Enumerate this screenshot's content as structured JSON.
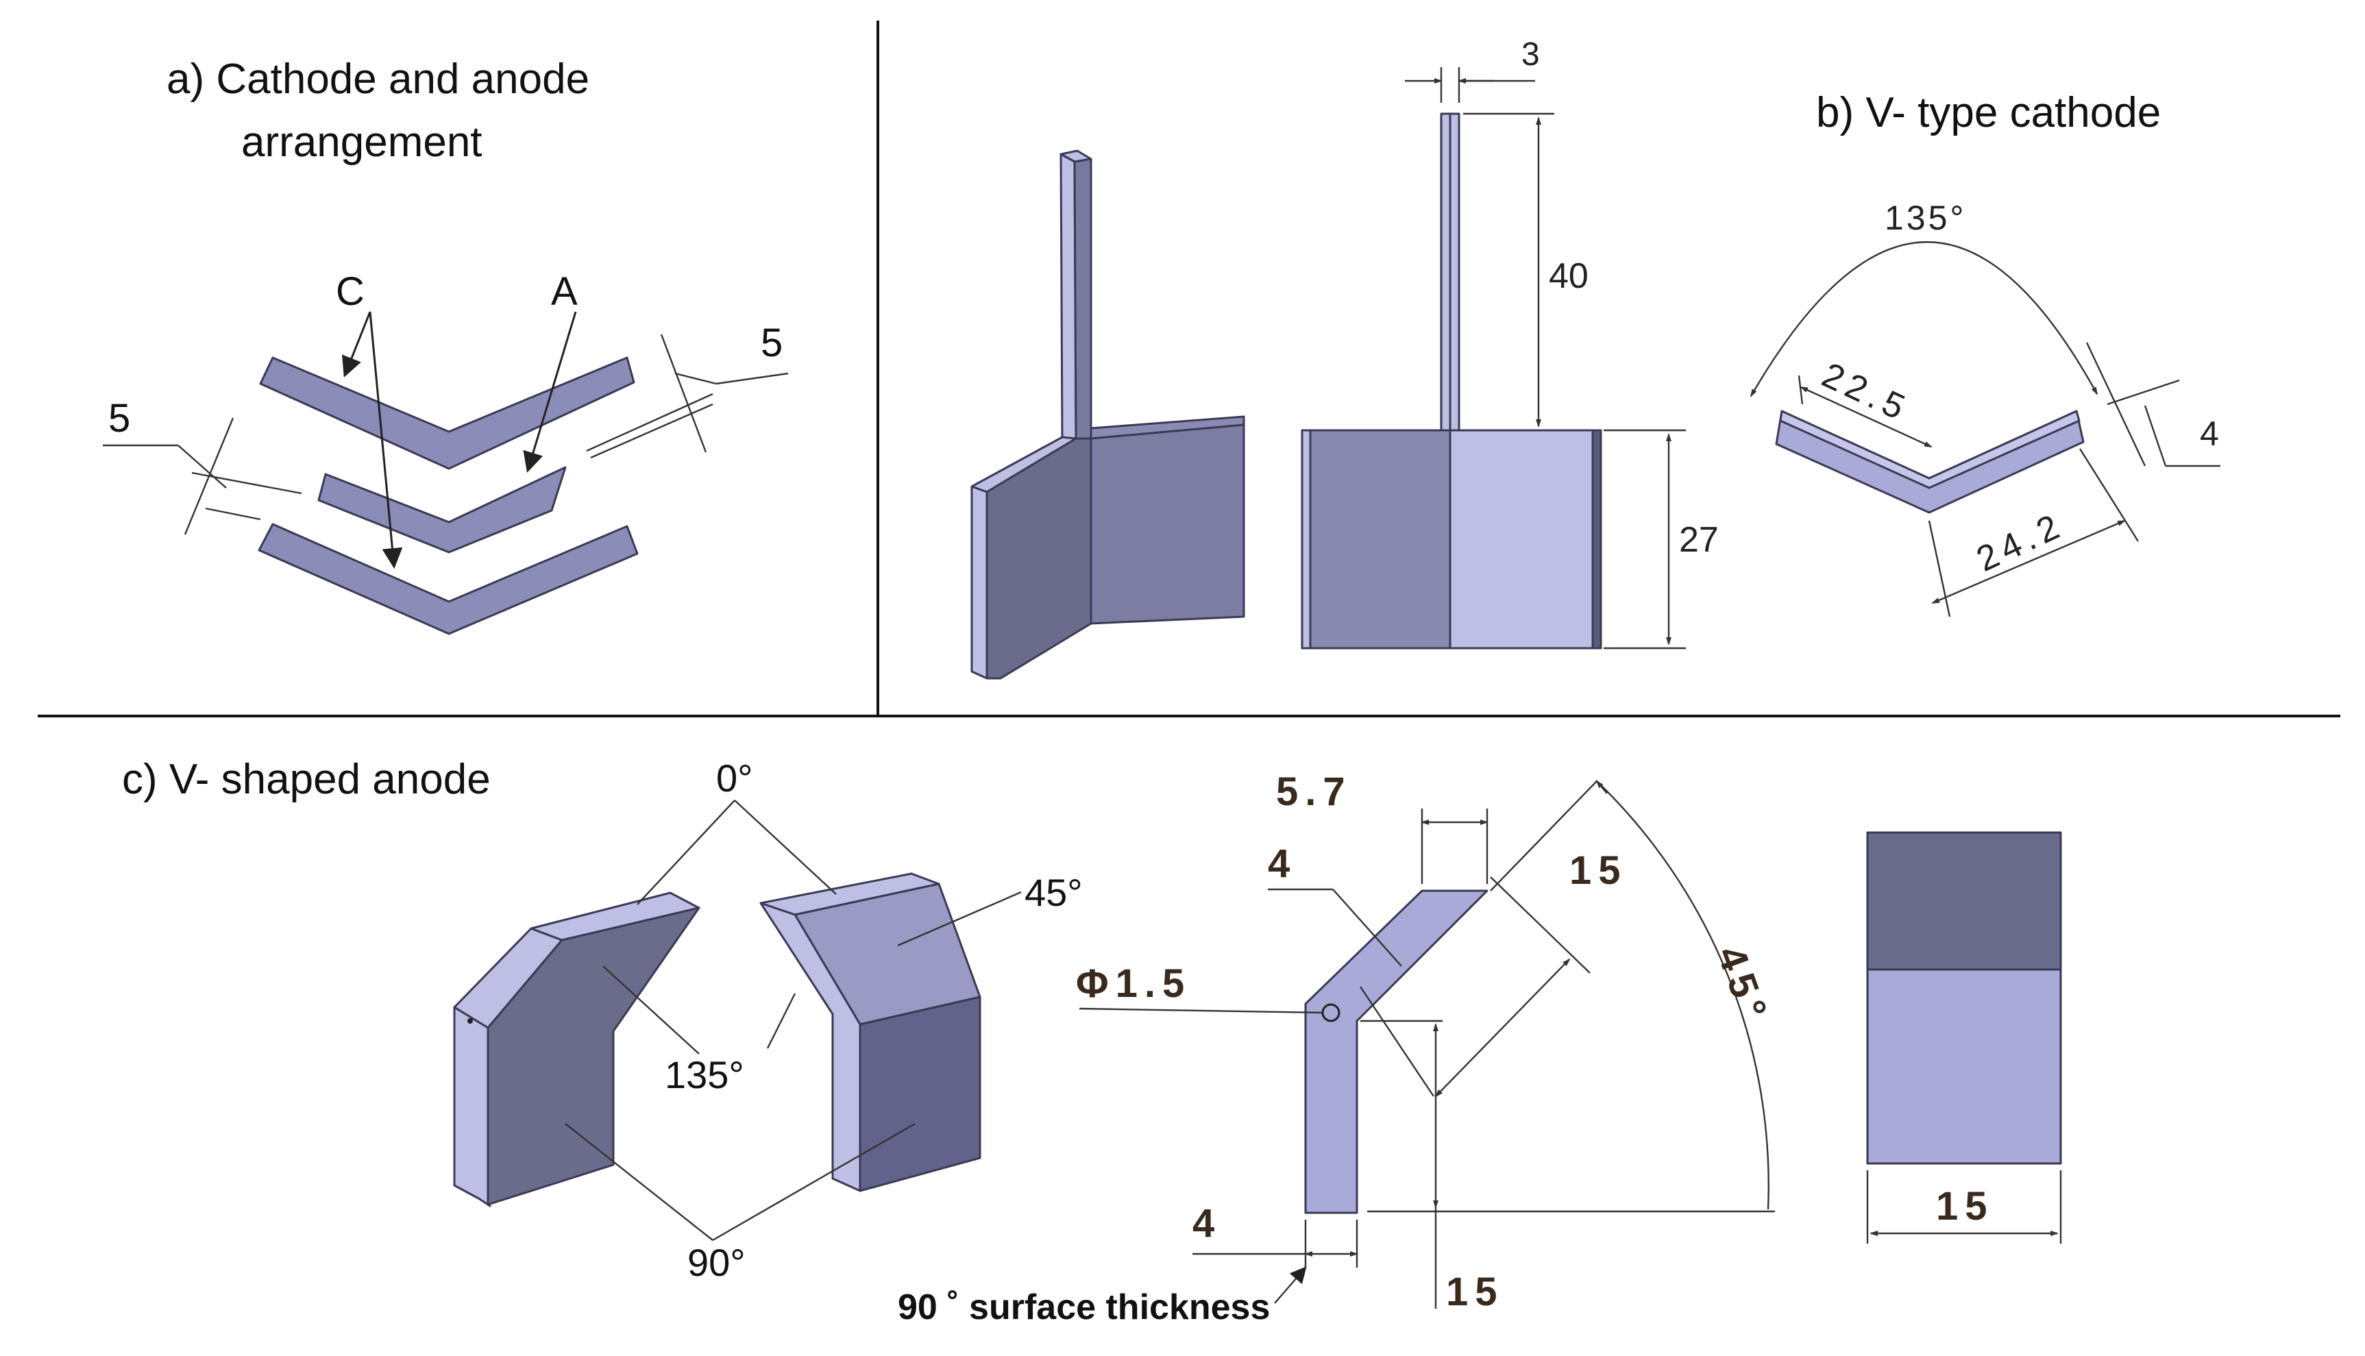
{
  "panels": {
    "a": {
      "title_line1": "a) Cathode and anode",
      "title_line2": "arrangement",
      "label_cathode": "C",
      "label_anode": "A",
      "dim_left": "5",
      "dim_right": "5"
    },
    "b": {
      "title": "b) V-  type cathode",
      "dim_tab_width": "3",
      "dim_tab_height": "40",
      "dim_plate_height": "27",
      "dim_angle": "135°",
      "dim_inner_length": "22.5",
      "dim_outer_length": "24.2",
      "dim_thickness": "4"
    },
    "c": {
      "title": "c) V- shaped anode",
      "angle_0": "0°",
      "angle_45": "45°",
      "angle_135": "135°",
      "angle_90": "90°",
      "dim_top_width": "5.7",
      "dim_slant_thickness": "4",
      "dim_slant_length": "15",
      "dim_hole": "Φ1.5",
      "dim_arc_angle": "45°",
      "dim_bottom_thickness": "4",
      "dim_vertical": "15",
      "note_surface": "90 ˚ surface thickness",
      "dim_width": "15"
    }
  },
  "colors": {
    "face_light": "#bfbfe6",
    "face_mid": "#9a9ac4",
    "face_dark": "#6b6b8c",
    "face_darker": "#5e5e80",
    "line": "#222222"
  }
}
